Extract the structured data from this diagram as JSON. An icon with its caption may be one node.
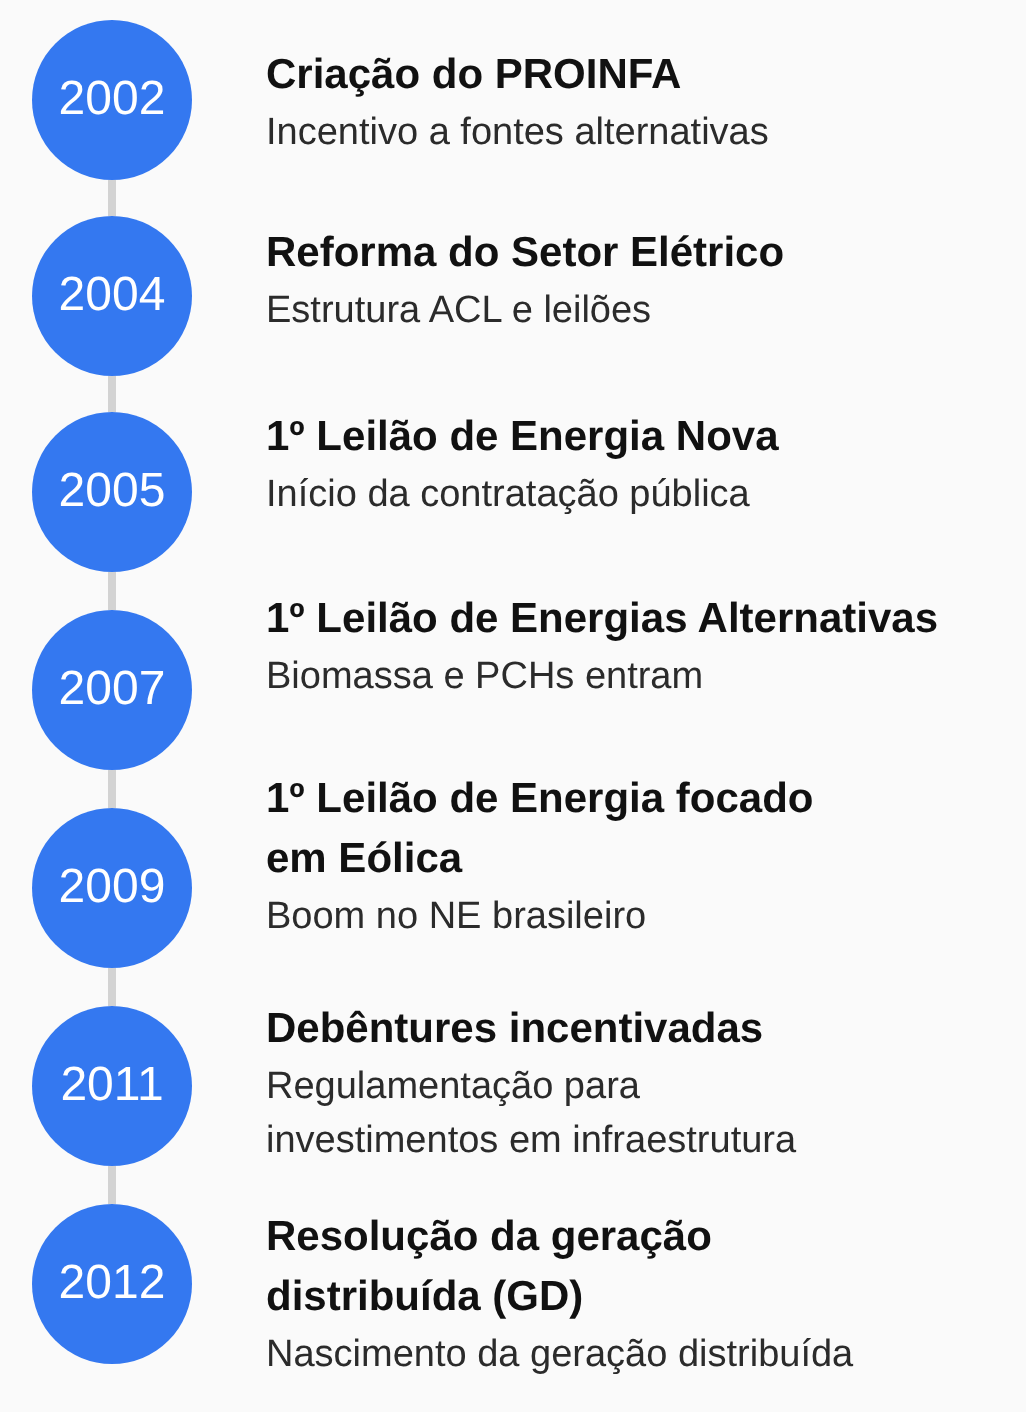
{
  "diagram": {
    "nodes": [
      {
        "text": [
          "2002"
        ],
        "beside": [
          "Criação do PROINFA",
          "Incentivo a fontes alternativas"
        ]
      },
      {
        "text": [
          "2004"
        ],
        "beside": [
          "Reforma do Setor Elétrico",
          "Estrutura ACL e leilões"
        ]
      },
      {
        "text": [
          "2005"
        ],
        "beside": [
          "1º Leilão de Energia Nova",
          "Início da contratação pública"
        ]
      },
      {
        "text": [
          "2007"
        ],
        "beside": [
          "1º Leilão de Energias Alternativas",
          "Biomassa e PCHs entram"
        ]
      },
      {
        "text": [
          "2009"
        ],
        "beside": [
          "1º Leilão de Energia focado em Eólica",
          "Boom no NE brasileiro"
        ]
      },
      {
        "text": [
          "2011"
        ],
        "beside": [
          "Debêntures incentivadas",
          "Regulamentação para investimentos em infraestrutura"
        ]
      },
      {
        "text": [
          "2012"
        ],
        "beside": [
          "Resolução da geração distribuída (GD)",
          "Nascimento da geração distribuída"
        ]
      }
    ],
    "edges": [
      {
        "from": 0,
        "to": 1,
        "arrow": "none"
      },
      {
        "from": 1,
        "to": 2,
        "arrow": "none"
      },
      {
        "from": 2,
        "to": 3,
        "arrow": "none"
      },
      {
        "from": 3,
        "to": 4,
        "arrow": "none"
      },
      {
        "from": 4,
        "to": 5,
        "arrow": "none"
      },
      {
        "from": 5,
        "to": 6,
        "arrow": "none"
      }
    ]
  }
}
